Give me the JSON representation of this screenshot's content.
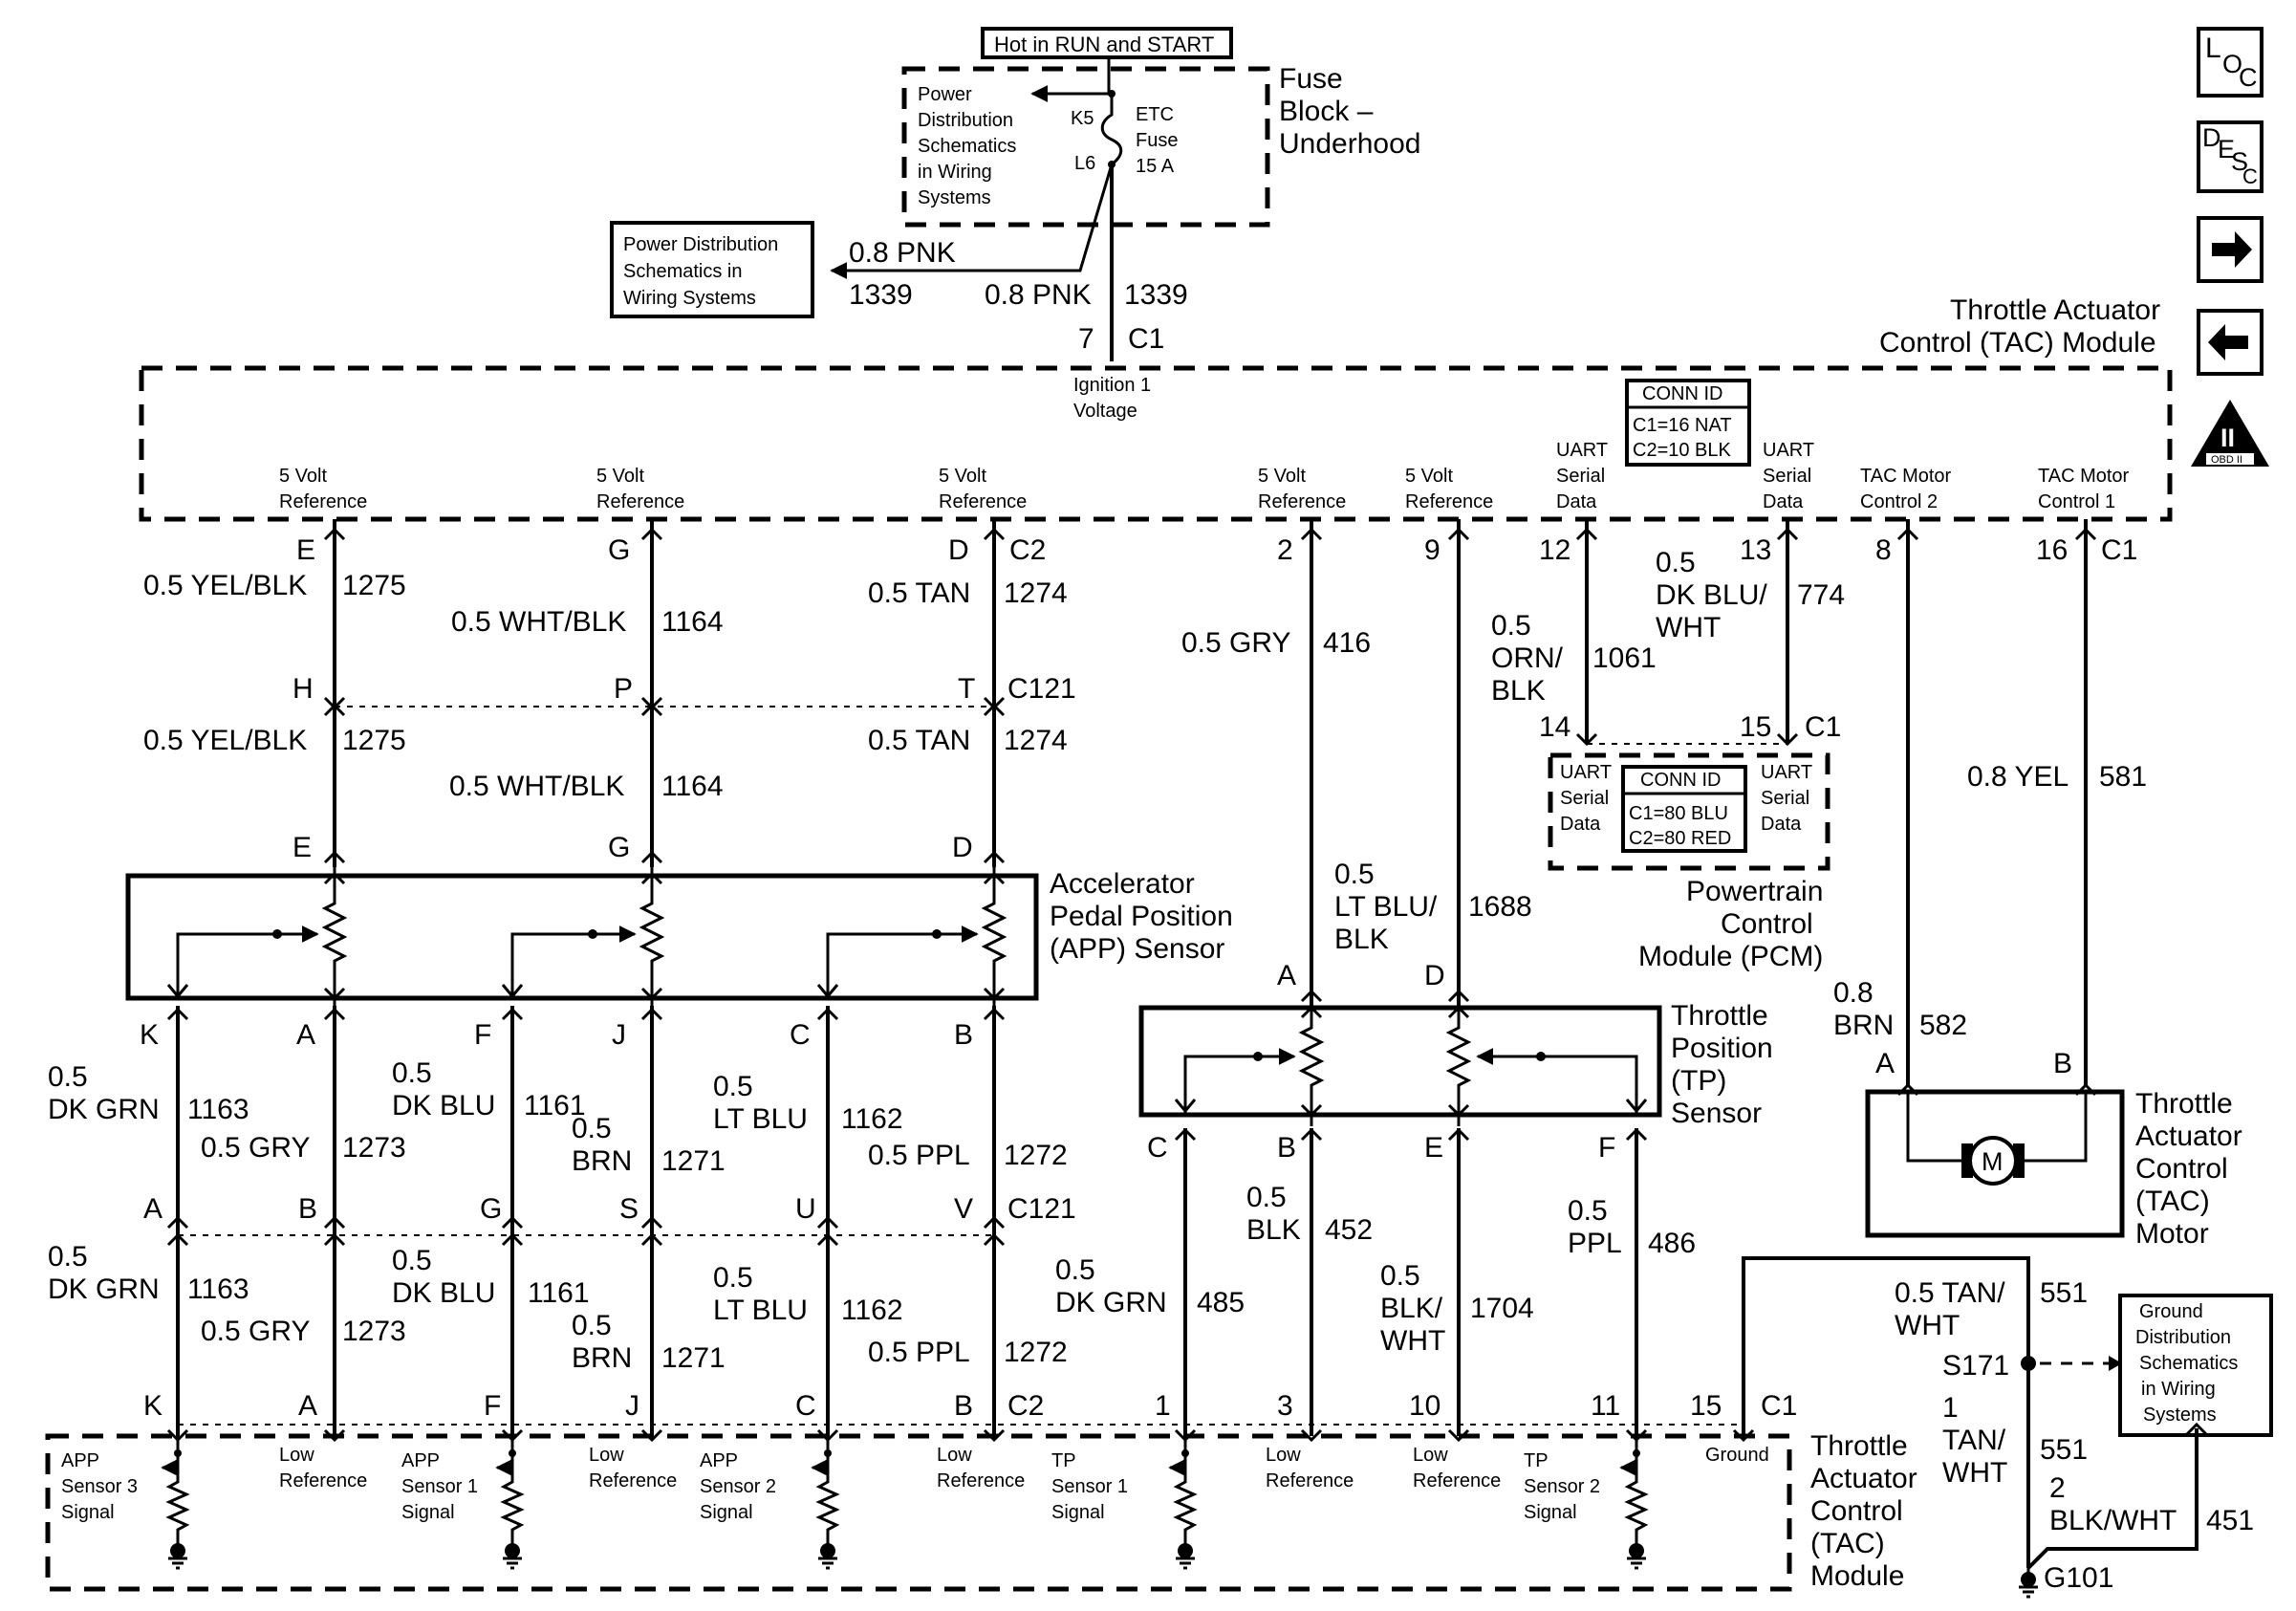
{
  "nav": {
    "loc": {
      "a": "L",
      "b": "O",
      "c": "C"
    },
    "desc": {
      "a": "D",
      "b": "E",
      "c": "S",
      "d": "C"
    },
    "obd": {
      "roman": "II",
      "label": "OBD II"
    }
  },
  "fuse": {
    "hot": "Hot in RUN and START",
    "pd_lines": [
      "Power",
      "Distribution",
      "Schematics",
      "in Wiring",
      "Systems"
    ],
    "k5": "K5",
    "l6": "L6",
    "etc_lines": [
      "ETC",
      "Fuse",
      "15 A"
    ],
    "block_lines": [
      "Fuse",
      "Block –",
      "Underhood"
    ]
  },
  "pd_box": {
    "lines": [
      "Power Distribution",
      "Schematics in",
      "Wiring Systems"
    ]
  },
  "wire_pnk_left": {
    "gauge": "0.8 PNK",
    "circuit": "1339"
  },
  "wire_pnk_main": {
    "gauge": "0.8 PNK",
    "circuit": "1339"
  },
  "ign": {
    "pin": "7",
    "conn": "C1",
    "lines": [
      "Ignition 1",
      "Voltage"
    ]
  },
  "tac_top": {
    "lines": [
      "Throttle Actuator",
      "Control (TAC) Module"
    ]
  },
  "conn_id_tac": {
    "title": "CONN ID",
    "c1": "C1=16 NAT",
    "c2": "C2=10 BLK"
  },
  "tac_labels": {
    "ref": [
      "5 Volt",
      "Reference"
    ],
    "uart": [
      "UART",
      "Serial",
      "Data"
    ],
    "m2": [
      "TAC Motor",
      "Control 2"
    ],
    "m1": [
      "TAC Motor",
      "Control 1"
    ]
  },
  "pins_top": {
    "e": "E",
    "g": "G",
    "d": "D",
    "c2": "C2",
    "p2": "2",
    "p9": "9",
    "p12": "12",
    "p13": "13",
    "p8": "8",
    "p16": "16",
    "c1": "C1"
  },
  "wires_upper": {
    "yel": {
      "gauge": "0.5 YEL/BLK",
      "circuit": "1275"
    },
    "wht": {
      "gauge": "0.5 WHT/BLK",
      "circuit": "1164"
    },
    "tan": {
      "gauge": "0.5 TAN",
      "circuit": "1274"
    },
    "gry": {
      "gauge": "0.5 GRY",
      "circuit": "416"
    },
    "orn": {
      "g1": "0.5",
      "g2": "ORN/",
      "g3": "BLK",
      "circuit": "1061"
    },
    "dkblu": {
      "g1": "0.5",
      "g2": "DK BLU/",
      "g3": "WHT",
      "circuit": "774"
    },
    "yel8": {
      "gauge": "0.8 YEL",
      "circuit": "581"
    },
    "ltblu": {
      "g1": "0.5",
      "g2": "LT BLU/",
      "g3": "BLK",
      "circuit": "1688"
    },
    "brn": {
      "g1": "0.8",
      "g2": "BRN",
      "circuit": "582"
    }
  },
  "c121_upper": {
    "h": "H",
    "p": "P",
    "t": "T",
    "conn": "C121"
  },
  "app_pins_top": {
    "e": "E",
    "g": "G",
    "d": "D"
  },
  "app": {
    "lines": [
      "Accelerator",
      "Pedal Position",
      "(APP) Sensor"
    ]
  },
  "pcm": {
    "p14": "14",
    "p15": "15",
    "c1": "C1",
    "uart": [
      "UART",
      "Serial",
      "Data"
    ],
    "conn_title": "CONN ID",
    "c1v": "C1=80 BLU",
    "c2v": "C2=80 RED",
    "lines": [
      "Powertrain",
      "Control",
      "Module (PCM)"
    ]
  },
  "tp": {
    "a": "A",
    "d": "D",
    "c": "C",
    "b": "B",
    "e": "E",
    "f": "F",
    "lines": [
      "Throttle",
      "Position",
      "(TP)",
      "Sensor"
    ]
  },
  "motor": {
    "a": "A",
    "b": "B",
    "m": "M",
    "lines": [
      "Throttle",
      "Actuator",
      "Control",
      "(TAC)",
      "Motor"
    ]
  },
  "app_pins_bot": {
    "k": "K",
    "a": "A",
    "f": "F",
    "j": "J",
    "c": "C",
    "b": "B"
  },
  "wires_lower": {
    "dkgrn": {
      "g1": "0.5",
      "g2": "DK GRN",
      "circuit": "1163"
    },
    "gry": {
      "gauge": "0.5 GRY",
      "circuit": "1273"
    },
    "dkblu": {
      "g1": "0.5",
      "g2": "DK BLU",
      "circuit": "1161"
    },
    "brn": {
      "g1": "0.5",
      "g2": "BRN",
      "circuit": "1271"
    },
    "ltblu": {
      "g1": "0.5",
      "g2": "LT BLU",
      "circuit": "1162"
    },
    "ppl": {
      "gauge": "0.5 PPL",
      "circuit": "1272"
    },
    "tpgrn": {
      "g1": "0.5",
      "g2": "DK GRN",
      "circuit": "485"
    },
    "tpblk": {
      "g1": "0.5",
      "g2": "BLK",
      "circuit": "452"
    },
    "tpblkwht": {
      "g1": "0.5",
      "g2": "BLK/",
      "g3": "WHT",
      "circuit": "1704"
    },
    "tpppl": {
      "g1": "0.5",
      "g2": "PPL",
      "circuit": "486"
    }
  },
  "c121_lower": {
    "a": "A",
    "b": "B",
    "g": "G",
    "s": "S",
    "u": "U",
    "v": "V",
    "conn": "C121"
  },
  "c2_bottom": {
    "k": "K",
    "a": "A",
    "f": "F",
    "j": "J",
    "c": "C",
    "b": "B",
    "conn": "C2"
  },
  "c1_bottom": {
    "p1": "1",
    "p3": "3",
    "p10": "10",
    "p11": "11",
    "p15": "15",
    "conn": "C1"
  },
  "tac_bot": {
    "app3": [
      "APP",
      "Sensor 3",
      "Signal"
    ],
    "lowref": [
      "Low",
      "Reference"
    ],
    "app1": [
      "APP",
      "Sensor 1",
      "Signal"
    ],
    "app2": [
      "APP",
      "Sensor 2",
      "Signal"
    ],
    "tp1": [
      "TP",
      "Sensor 1",
      "Signal"
    ],
    "tp2": [
      "TP",
      "Sensor 2",
      "Signal"
    ],
    "ground": "Ground",
    "lines": [
      "Throttle",
      "Actuator",
      "Control",
      "(TAC)",
      "Module"
    ]
  },
  "ground_section": {
    "tanwht_top": {
      "g1": "0.5 TAN/",
      "g2": "WHT",
      "circuit": "551"
    },
    "splice": "S171",
    "tanwht_bot": {
      "g1": "1",
      "g2": "TAN/",
      "g3": "WHT",
      "circuit": "551"
    },
    "blkwht": {
      "g1": "2",
      "g2": "BLK/WHT",
      "circuit": "451"
    },
    "g101": "G101",
    "gd_lines": [
      "Ground",
      "Distribution",
      "Schematics",
      "in Wiring",
      "Systems"
    ]
  }
}
